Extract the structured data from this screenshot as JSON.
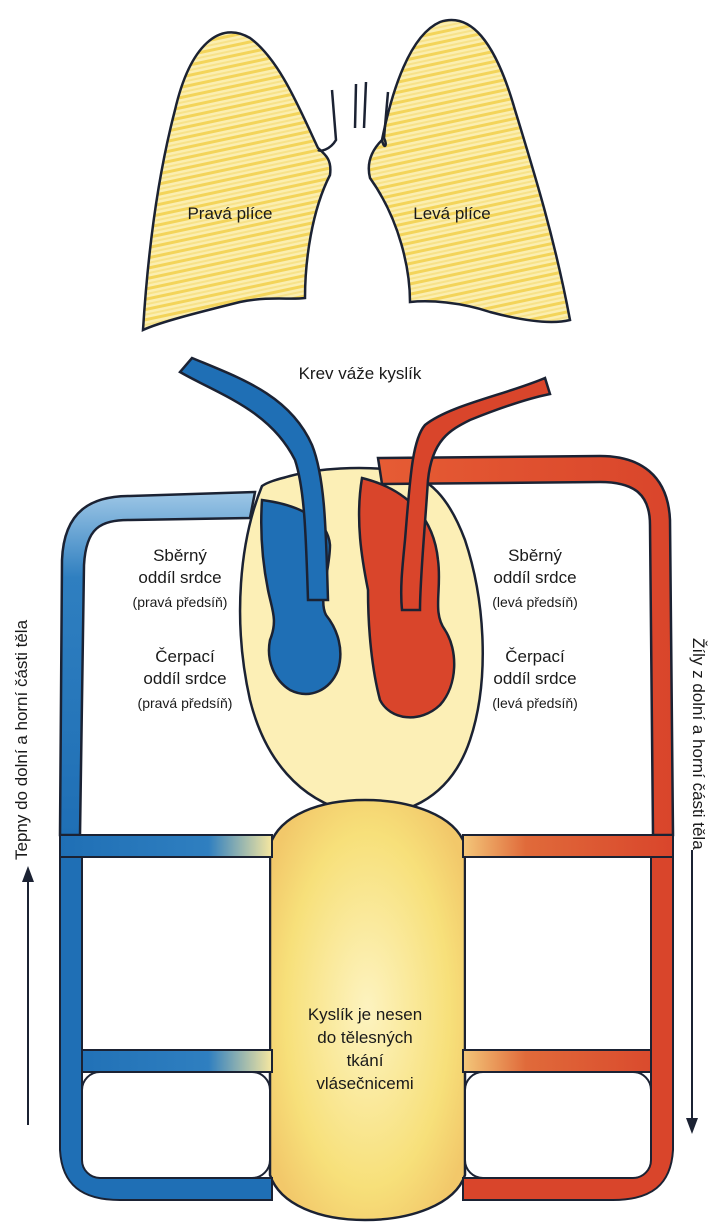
{
  "labels": {
    "right_lung": "Pravá plíce",
    "left_lung": "Levá plíce",
    "oxygen_binding": "Krev váže kyslík",
    "right_atrium": {
      "line1": "Sběrný",
      "line2": "oddíl srdce",
      "note": "(pravá předsíň)"
    },
    "right_ventricle": {
      "line1": "Čerpací",
      "line2": "oddíl srdce",
      "note": "(pravá předsíň)"
    },
    "left_atrium": {
      "line1": "Sběrný",
      "line2": "oddíl srdce",
      "note": "(levá předsíň)"
    },
    "left_ventricle": {
      "line1": "Čerpací",
      "line2": "oddíl srdce",
      "note": "(levá předsíň)"
    },
    "capillaries": {
      "line1": "Kyslík je nesen",
      "line2": "do tělesných",
      "line3": "tkání",
      "line4": "vlásečnicemi"
    },
    "arteries": "Tepny do dolní a horní části těla",
    "veins": "Žíly z dolní a horní části těla"
  },
  "colors": {
    "deoxygenated_blue": "#1f6fb5",
    "oxygenated_red": "#d9452b",
    "lung_yellow": "#f6dc6a",
    "outline": "#1b2233"
  }
}
